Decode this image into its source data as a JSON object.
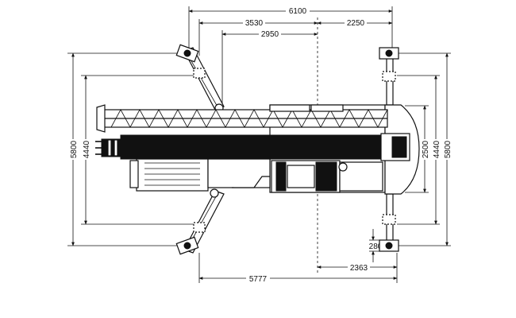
{
  "dimensions": {
    "top_total": "6100",
    "top_left": "3530",
    "top_inner": "2950",
    "top_right": "2250",
    "left_outer": "5800",
    "left_inner": "4440",
    "right_inner": "4440",
    "right_outer": "5800",
    "right_mid": "2500",
    "bottom_total": "5777",
    "bottom_right": "2363",
    "bottom_small": "280"
  },
  "colors": {
    "line": "#111111",
    "background": "#ffffff"
  }
}
